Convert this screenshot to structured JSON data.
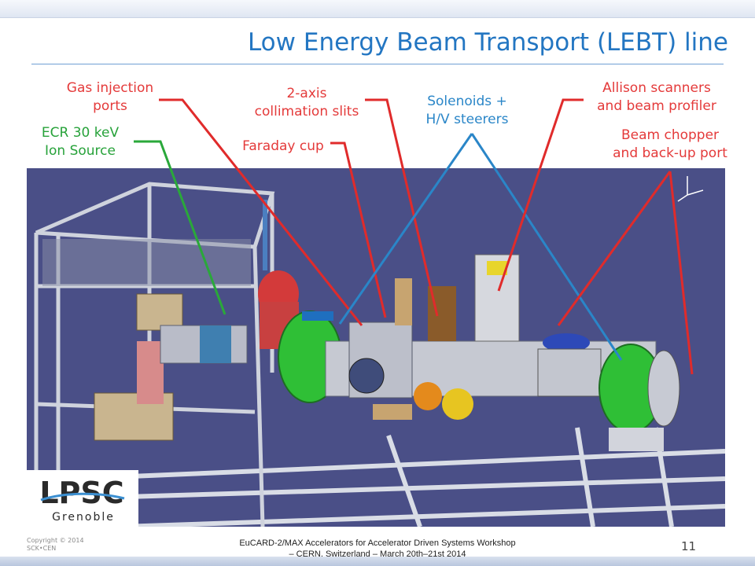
{
  "slide": {
    "title": "Low Energy Beam Transport (LEBT) line",
    "page_number": "11",
    "copyright_line1": "Copyright © 2014",
    "copyright_line2": "SCK•CEN",
    "footer_line1": "EuCARD-2/MAX Accelerators for Accelerator Driven Systems Workshop",
    "footer_line2": "– CERN, Switzerland – March 20th–21st 2014"
  },
  "labels": {
    "gas_injection_1": "Gas injection",
    "gas_injection_2": "ports",
    "ecr_1": "ECR 30 keV",
    "ecr_2": "Ion Source",
    "slits_1": "2-axis",
    "slits_2": "collimation slits",
    "faraday": "Faraday cup",
    "solenoids_1": "Solenoids +",
    "solenoids_2": "H/V steerers",
    "allison_1": "Allison scanners",
    "allison_2": "and beam profiler",
    "chopper_1": "Beam chopper",
    "chopper_2": "and back-up port"
  },
  "logo": {
    "text_main": "LPSC",
    "text_sub": "Grenoble"
  },
  "colors": {
    "title": "#2376c2",
    "red_label": "#e43a3a",
    "green_label": "#27a23a",
    "blue_label": "#2a86c8",
    "cad_background": "#4a4f87"
  }
}
